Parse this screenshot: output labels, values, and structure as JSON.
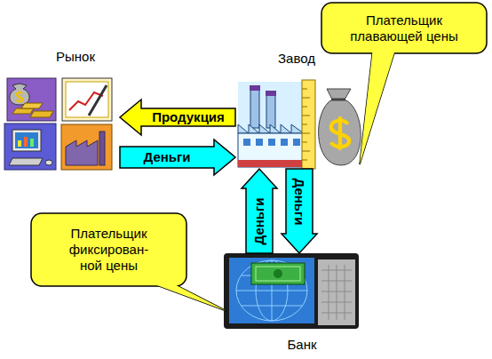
{
  "diagram": {
    "nodes": [
      {
        "text": [
          "Плательщик плавающей цены"
        ]
      },
      {
        "text": [
          "Рынок"
        ]
      },
      {
        "text": [
          "Завод"
        ]
      },
      {
        "text": [
          "Плательщик фиксирован- ной цены"
        ]
      },
      {
        "text": [
          "Банк"
        ]
      }
    ],
    "edges": [
      {
        "from": 2,
        "to": 1,
        "arrow": "to",
        "label": "Продукция"
      },
      {
        "from": 1,
        "to": 2,
        "arrow": "to",
        "label": "Деньги"
      },
      {
        "from": 4,
        "to": 2,
        "arrow": "to",
        "label": "Деньги"
      },
      {
        "from": 2,
        "to": 4,
        "arrow": "to",
        "label": "Деньги"
      }
    ]
  }
}
